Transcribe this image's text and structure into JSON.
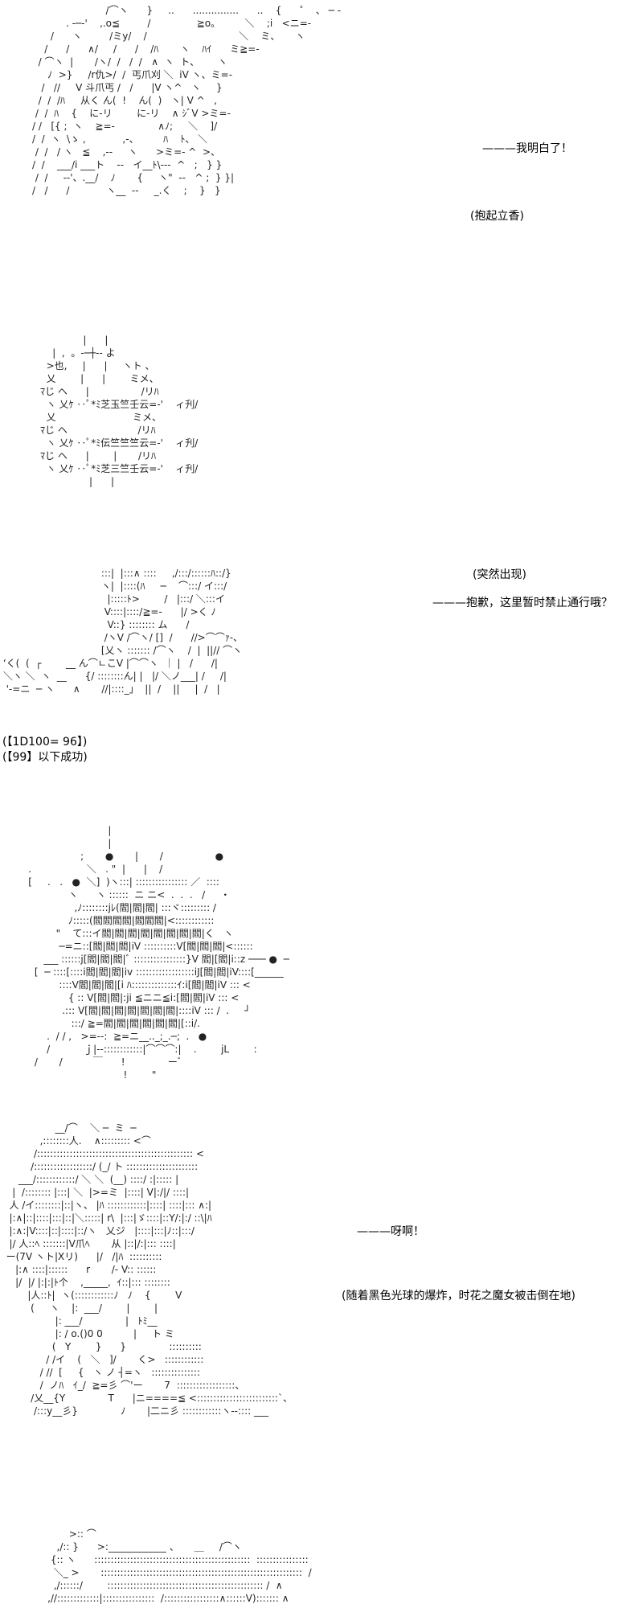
{
  "panel1": {
    "aa": [
      "                        /⌒ヽ      }     ..      ...............      ..    {      ゜  、 ─ ‐",
      "           . -─‐'    ,.o≦         /               ≧o。        ＼    ;i   <ニ=‐",
      "      /      ヽ         /ミy/    /                              ＼    ミ、     ヽ",
      "    /      /      ∧/     /      /    /ﾊ       ヽ    ﾊｲ      ミ≧=-",
      "  / ⌒ヽ  |       /ヽ/  /   /  /   ∧  ヽ  ト、      ヽ",
      "     ﾉ  >}     /r仇>/  /  丐爪刈 ＼  iV ヽ、ミ=‐",
      "   /   //     V 斗爪丐 /   /      |V ヽ^   ヽ     }",
      "  /  /  /ﾊ     从く ん(  !    ん(  )   ヽ| V ^   ,",
      " /  /  ﾊ    {    に-リ        に-リ    ∧ ｼﾞV >ミ=‐",
      "/ /   [{ ;  ヽ    ≧=-              ∧ﾉ;     ＼    ]/",
      "/  /  ヽ  \\ゝ ,            ,-、        ﾊ    ﾄ、 ＼",
      " /  /   / ヽ   ≦    ,-‐     ヽ      >ミ=‐ ^  >、",
      "/  /    ___/i ___ト    --   イ__ﾄ\\---  ^   ;   } }",
      " /  /     -‐'、.__/    ﾉ       {     ヽ\"  ‐-   ^ ;  } }|",
      "/   /      /            ヽ__  --     _.く    ;    }   }"
    ]
  },
  "dialogue1": "———我明白了！",
  "caption1": "(抱起立香)",
  "panel2": {
    "aa": [
      "              |      |",
      "    |  ,  。-─┼-- よ",
      "  >也,     |      |     ヽト 、",
      "  乂        |      |        ミメ、",
      "ﾏじ ヘ      |                 /リﾊ",
      "  ヽ 乂ｹ ‥ﾟ*ﾐ芝玉竺壬云=‐'    ィ刋/",
      "  乂                         ミメ、",
      "ﾏじ ヘ                       /リﾊ",
      "  ヽ 乂ｹ ‥ﾟ*ﾐ伝竺竺竺云=‐'    ィ刋/",
      "ﾏじ ヘ      |        |       /リﾊ",
      "  ヽ 乂ｹ ‥ﾟ*ﾐ芝三竺壬云=‐'    ィ刋/",
      "                |      |"
    ]
  },
  "panel3": {
    "aa": [
      "                                 :::|  |:::∧ ::::     ,/:::/::::::ﾊ::/}",
      "                                 ヽ|  |::::(ﾊ     ─    ⌒:::/ イ:::/",
      "                                   |:::::ﾄ>        /   |:::/ ＼:::イ",
      "                                  V::::|::::/≧=-      |/ >く ﾉ",
      "                                   V::} :::::::: ム      /",
      "                                  /ヽV /⌒ヽ/ []  /      //>⌒⌒ｧ-、",
      "                                 [乂ヽ ::::::: /⌒ヽ    /  |  ||// ⌒ヽ",
      " ‘く(  (  ┌        __ ん⌒ㄴこV |⌒⌒ヽ  ｜ |   /      /|",
      " ＼ヽ ＼  ヽ  __      {/ ::::::::ん| |   |/ ＼ノ___| /     /|",
      "  '‐=ニ  ─ ヽ      ∧       //|::::_」  ||  /    ||     |  /   |"
    ]
  },
  "caption2": "(突然出现)",
  "dialogue2": "———抱歉，这里暂时禁止通行哦？",
  "dice": {
    "roll": "(【1D100= 96】)",
    "target": "(【99】以下成功)"
  },
  "panel4": {
    "aa": [
      "                              |",
      "                              |",
      "                     ;       ●       |       /                 ●",
      "    .                  ＼   . \"  |      |    /",
      "    [     .   .   ●  ＼]  )ヽ:::| :::::::::::::::: ／  ::::",
      "                 ヽ      ヽ ::::::  ニ ニ<  .  .  .   /     ・",
      "                   ,ﾉ::::::::jﾚ(閻|閻|閻| :::ヾ::::::::: /",
      "                 ﾉ:::::(閻閻閻閻|閻閻閻|<::::::::::::",
      "             \"    て:::イ閻|閻|閻|閻|閻|閻|閻|閻|く   ヽ",
      "              ─=ニ::[閻|閻|閻|iV ::::::::::V[閻|閻|閻|<::::::",
      "         ___ ::::::j[閻|閻|閻|ﾞ ::::::::::::::::}V 閻|[閻|i::z ─── ●  ─",
      "      [  ─ ::::[::::i閻|閻|閻|iv ::::::::::::::::::iJ[閻|閻|iV::::[______",
      "              ::::V閻|閻|閻|[i ﾊ::::::::::::::ｲ:i[閻|閻|iV ::: <",
      "                 { :: V[閻|閻|:ji ≦ニニ≦i:[閻|閻|iV ::: <",
      "               .::: V[閻|閻|閻|閻|閻|閻|閻|::::iV ::: /  .     ┘",
      "                  :::/ ≧=閻|閻|閻|閻|閻|閻|[::i/.",
      "          .  / / ,   >=--:  ≧=ニ__.._;_.─;  .   ●",
      "          /           ｊ|‐‐::::::::::::|⌒⌒⌒:|    .        jL        :",
      "      /       /          ￣      !              ーﾞ",
      "                                   !        \""
    ]
  },
  "panel5": {
    "aa": [
      "                  __/⌒    ＼ ─  ミ  ─",
      "             ,::::::::人.    ∧::::::::: <⌒",
      "           /:::::::::::::::::::::::::::::::::::::::::::::::: <",
      "          /::::::::::::::::::/ (_/ ト ::::::::::::::::::::::",
      "      ___/::::::::::::/ ＼ ＼  (__) ::::/ :|::::: |",
      "    |  /:::::::: |:::| ＼  |>=ミ  |::::| V|:/|/ ::::|",
      "   人 /イ::::::::|::|ヽ、 |ﾊ ::::::::::::|::::| ::::|::: ∧:|",
      "   |:∧|::|::::|:::|::|＼:::::| r\\  |:::|ゞ::::|::Y/:|:/ ::\\|ﾊ",
      "   |:∧:|V::::|::|::::|::/ヽ   乂ジ   |::::|:::|ﾉ::|:::/",
      "   |/ 人::ﾍ :::::::|V爪ﾍ       从 |::|/:|::: ::::|",
      "  ー(7V ヽト|Xリ)      |/   /|ﾊ  ::::::::::",
      "     |:∧ ::::|::::::      r       /‐ V:: ::::::",
      "     |/  |/ |:|:|ﾄ个    ,_____,  ｲ::|::: ::::::::",
      "         |人::ﾄ|  ヽ(::::::::::::ﾉ   ﾉ    {        V",
      "          (     ヽ    |:  ___/        |        |",
      "                  |: ___/              |   ﾄﾐ__",
      "                  |: / o.()0 0          |     ト ミ",
      "                 (   Y        }      }              ::::::::::",
      "               / /イ    (   ＼   ]/       く>   ::::::::::::",
      "             / //  [     {   ヽ ノ ┤=ヽ   :::::::::::::::",
      "             /  ノﾊ   ｲ_/  ≧=彡 ⌒'ー       7  ::::::::::::::::::、",
      "          /乂__{Y              T      |ニ====≦ <:::::::::::::::::::::::::`、",
      "           /:::y__彡}              ﾉ       |二ニ彡 ::::::::::::ヽ‐‐:::: ___"
    ]
  },
  "dialogue3": "———呀啊！",
  "caption3": "(随着黑色光球的爆炸，时花之魔女被击倒在地)",
  "panel6": {
    "aa": [
      "            >:: ⌒",
      "        ,/:: }      >:____________ 、     ＿     /⌒ヽ",
      "      {:: ヽ      ::::::::::::::::::::::::::::::::::::::::::::::::  ::::::::::::::::",
      "       ＼_ >       ::::::::::::::::::::::::::::::::::::::::::::::::::::::::::::::  /",
      "       ,/::::::/        :::::::::::::::::::::::::::::::::::::::::::::::: /  ∧",
      "     ,//:::::::::::::|::::::::::::::::  /:::::::::::::::::∧::::::V)::::::: ∧"
    ]
  }
}
